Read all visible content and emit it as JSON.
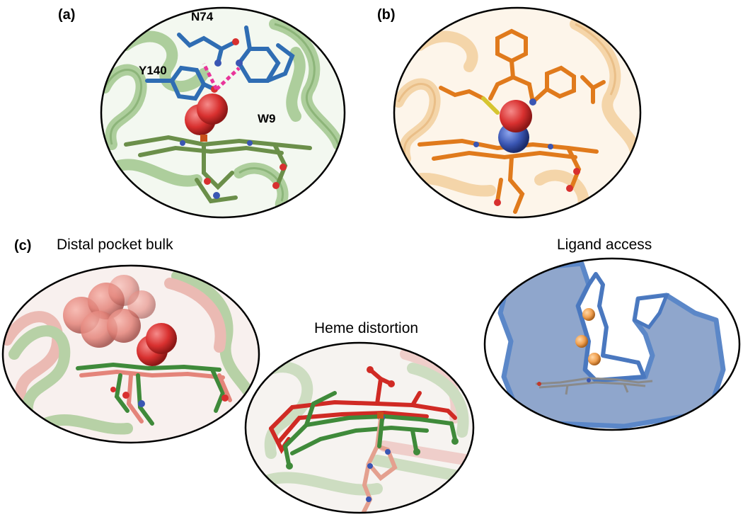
{
  "panels": {
    "a": {
      "letter": "(a)",
      "residues": {
        "n74": "N74",
        "y140": "Y140",
        "w9": "W9"
      },
      "colors": {
        "protein": "#8fbf7a",
        "ligand": "#6b8f4a",
        "residue": "#2f6db3",
        "oxygen": "#d8302f",
        "hbond": "#e8359a",
        "iron": "#c8501a"
      }
    },
    "b": {
      "letter": "(b)",
      "colors": {
        "protein": "#f0c48a",
        "ligand": "#e07a1c",
        "oxygen": "#d8302f",
        "nitrogen": "#3a56b3",
        "sulfur": "#d6c530"
      }
    },
    "c": {
      "letter": "(c)",
      "captions": {
        "distal": "Distal pocket bulk",
        "heme": "Heme distortion",
        "ligand": "Ligand access"
      },
      "colors": {
        "salmon": "#e4847a",
        "green": "#3f8a3a",
        "red": "#d02a24",
        "surface": "#5b87c8",
        "cavity": "#8fa6cc",
        "xenon": "#f0a050"
      }
    }
  }
}
